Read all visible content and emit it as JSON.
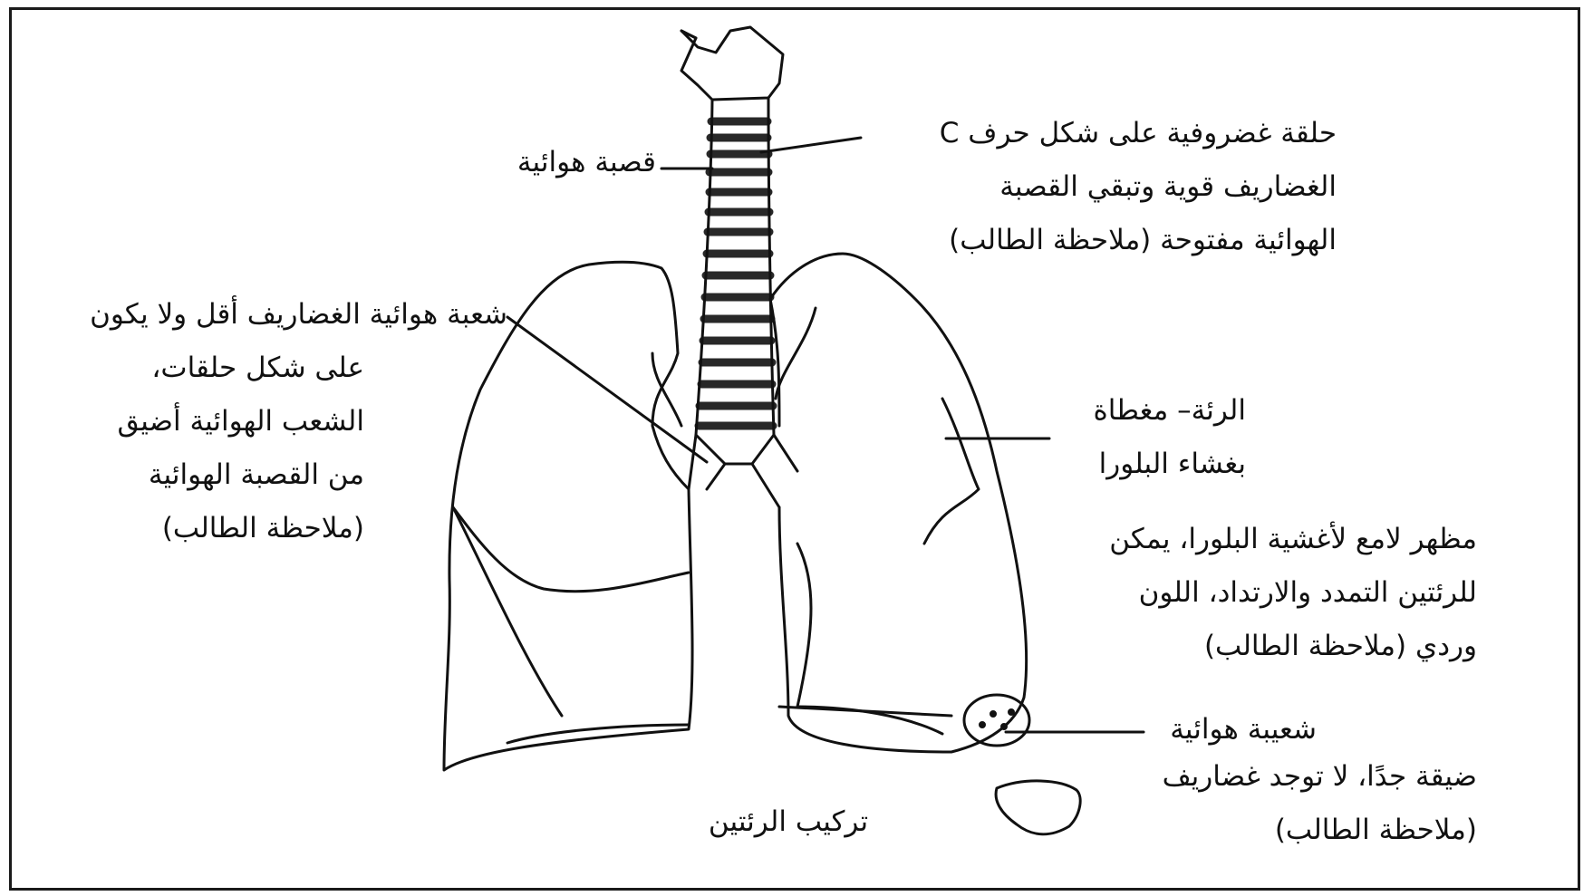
{
  "figure": {
    "caption": "تركيب الرئتين",
    "labels": {
      "trachea": "قصبة هوائية",
      "cartilage_ring": [
        "حلقة غضروفية على شكل حرف C",
        "الغضاريف قوية وتبقي القصبة",
        "الهوائية مفتوحة (ملاحظة الطالب)"
      ],
      "bronchus": [
        "شعبة هوائية الغضاريف أقل ولا يكون",
        "على شكل حلقات،",
        "الشعب الهوائية أضيق",
        "من القصبة الهوائية",
        "(ملاحظة الطالب)"
      ],
      "lung": [
        "الرئة– مغطاة",
        "بغشاء البلورا"
      ],
      "pleura_note": [
        "مظهر لامع لأغشية البلورا، يمكن",
        "للرئتين التمدد والارتداد، اللون",
        "وردي (ملاحظة الطالب)"
      ],
      "bronchiole": "شعيبة هوائية",
      "bronchiole_note": [
        "ضيقة جدًا، لا توجد غضاريف",
        "(ملاحظة الطالب)"
      ]
    }
  }
}
